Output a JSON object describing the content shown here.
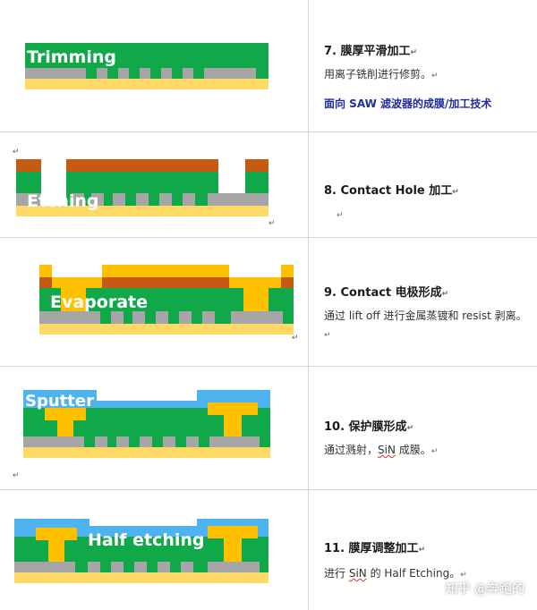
{
  "colors": {
    "green": "#11a84a",
    "gray": "#a6a6a6",
    "substrate": "#ffd966",
    "gold": "#ffc000",
    "brown": "#c55a11",
    "blue": "#4fb3f0",
    "heading_blue": "#1f2d9e"
  },
  "rows": [
    {
      "fig_label": "Trimming",
      "title": "7. 膜厚平滑加工",
      "desc": "用离子铣削进行修剪。",
      "extra": "面向 SAW 滤波器的成膜/加工技术"
    },
    {
      "fig_label": "Etching",
      "title": "8. Contact Hole 加工",
      "desc": ""
    },
    {
      "fig_label": "Evaporate",
      "title": "9. Contact 电极形成",
      "desc": "通过 lift off 进行金属蒸镀和 resist 剥离。"
    },
    {
      "fig_label": "Sputter",
      "title": "10. 保护膜形成",
      "desc_prefix": "通过溅射，",
      "desc_word": "SiN",
      "desc_suffix": " 成膜。"
    },
    {
      "fig_label": "Half etching",
      "title": "11. 膜厚调整加工",
      "desc_prefix": "进行 ",
      "desc_word": "SiN",
      "desc_suffix": " 的 Half Etching。"
    }
  ],
  "watermark": "知乎 @奔跑的"
}
